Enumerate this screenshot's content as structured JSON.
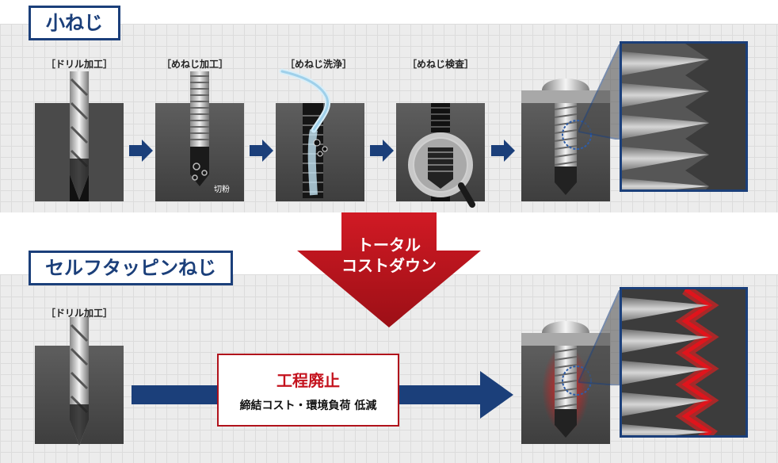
{
  "top_section": {
    "title": "小ねじ",
    "steps": [
      {
        "label": "［ドリル加工］"
      },
      {
        "label": "［めねじ加工］"
      },
      {
        "label": "［めねじ洗浄］"
      },
      {
        "label": "［めねじ検査］"
      }
    ],
    "chip_label": "切粉"
  },
  "center_arrow": {
    "line1": "トータル",
    "line2": "コストダウン"
  },
  "bottom_section": {
    "title": "セルフタッピンねじ",
    "step_label": "［ドリル加工］",
    "callout_title": "工程廃止",
    "callout_sub": "締結コスト・環境負荷 低減"
  },
  "colors": {
    "navy": "#1b3f7a",
    "red": "#c4121d"
  }
}
